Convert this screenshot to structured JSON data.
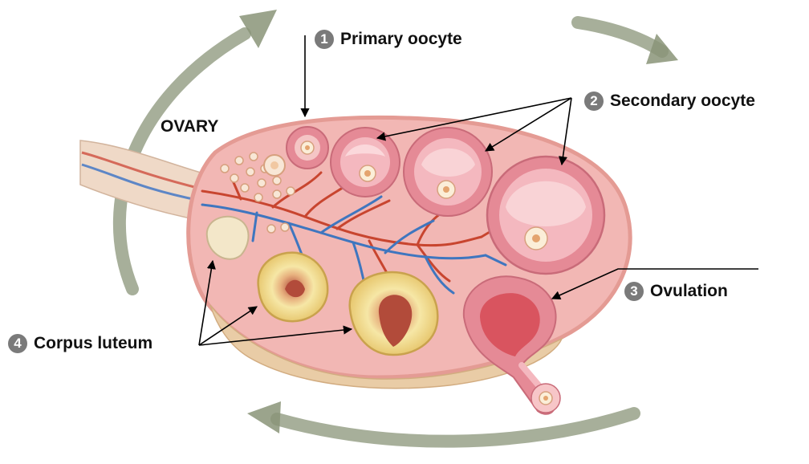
{
  "title": "OVARY",
  "labels": [
    {
      "number": "1",
      "text": "Primary oocyte"
    },
    {
      "number": "2",
      "text": "Secondary oocyte"
    },
    {
      "number": "3",
      "text": "Ovulation"
    },
    {
      "number": "4",
      "text": "Corpus luteum"
    }
  ],
  "colors": {
    "cycle_arrow": "#8a9478",
    "ovary_fill": "#f2b7b4",
    "ovary_edge": "#e49b94",
    "follicle": "#e58a96",
    "corpus_luteum": "#f3e29a",
    "artery": "#c8452f",
    "vein": "#3f76bf",
    "label_circle": "#7a7a7a"
  }
}
